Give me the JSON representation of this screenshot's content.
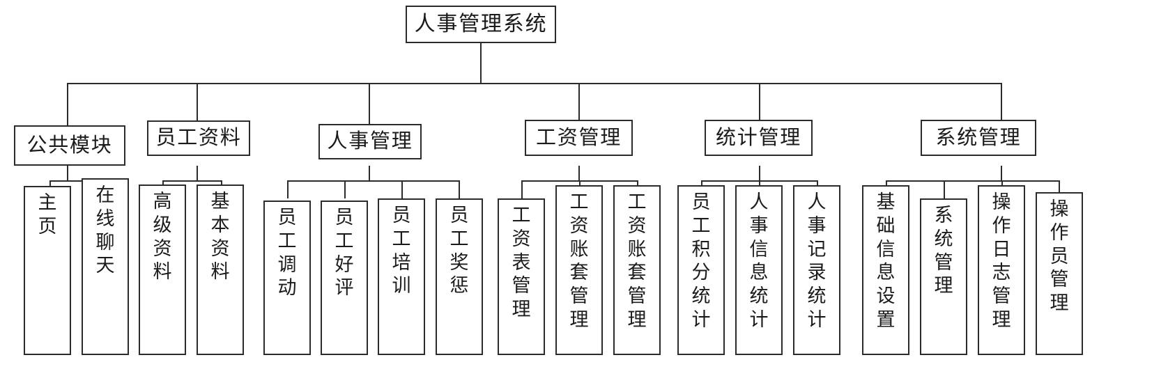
{
  "diagram": {
    "type": "tree",
    "title": "人事管理系统",
    "orientation": "top-down",
    "levels": 3,
    "line_color": "#2b2b2b",
    "background_color": "#ffffff",
    "text_color": "#1b1b1b"
  },
  "root": {
    "label": "人事管理系统"
  },
  "branches": [
    {
      "label": "公共模块",
      "children": [
        {
          "label": "主页"
        },
        {
          "label": "在线聊天"
        }
      ]
    },
    {
      "label": "员工资料",
      "children": [
        {
          "label": "高级资料"
        },
        {
          "label": "基本资料"
        }
      ]
    },
    {
      "label": "人事管理",
      "children": [
        {
          "label": "员工调动"
        },
        {
          "label": "员工好评"
        },
        {
          "label": "员工培训"
        },
        {
          "label": "员工奖惩"
        }
      ]
    },
    {
      "label": "工资管理",
      "children": [
        {
          "label": "工资表管理"
        },
        {
          "label": "工资账套管理"
        },
        {
          "label": "工资账套管理"
        }
      ]
    },
    {
      "label": "统计管理",
      "children": [
        {
          "label": "员工积分统计"
        },
        {
          "label": "人事信息统计"
        },
        {
          "label": "人事记录统计"
        }
      ]
    },
    {
      "label": "系统管理",
      "children": [
        {
          "label": "基础信息设置"
        },
        {
          "label": "系统管理"
        },
        {
          "label": "操作日志管理"
        },
        {
          "label": "操作员管理"
        }
      ]
    }
  ]
}
